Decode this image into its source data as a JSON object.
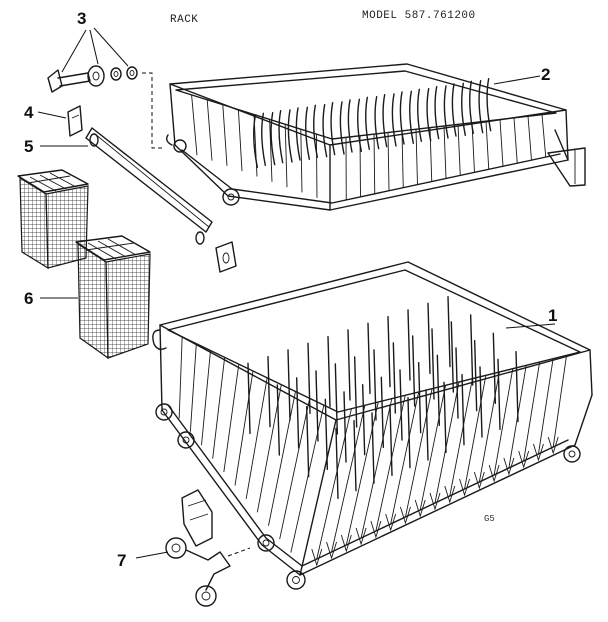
{
  "header": {
    "section_label": "RACK",
    "model_label": "MODEL 587.761200"
  },
  "callouts": {
    "c1": "1",
    "c2": "2",
    "c3": "3",
    "c4": "4",
    "c5": "5",
    "c6": "6",
    "c7": "7"
  },
  "footnote": "G5"
}
